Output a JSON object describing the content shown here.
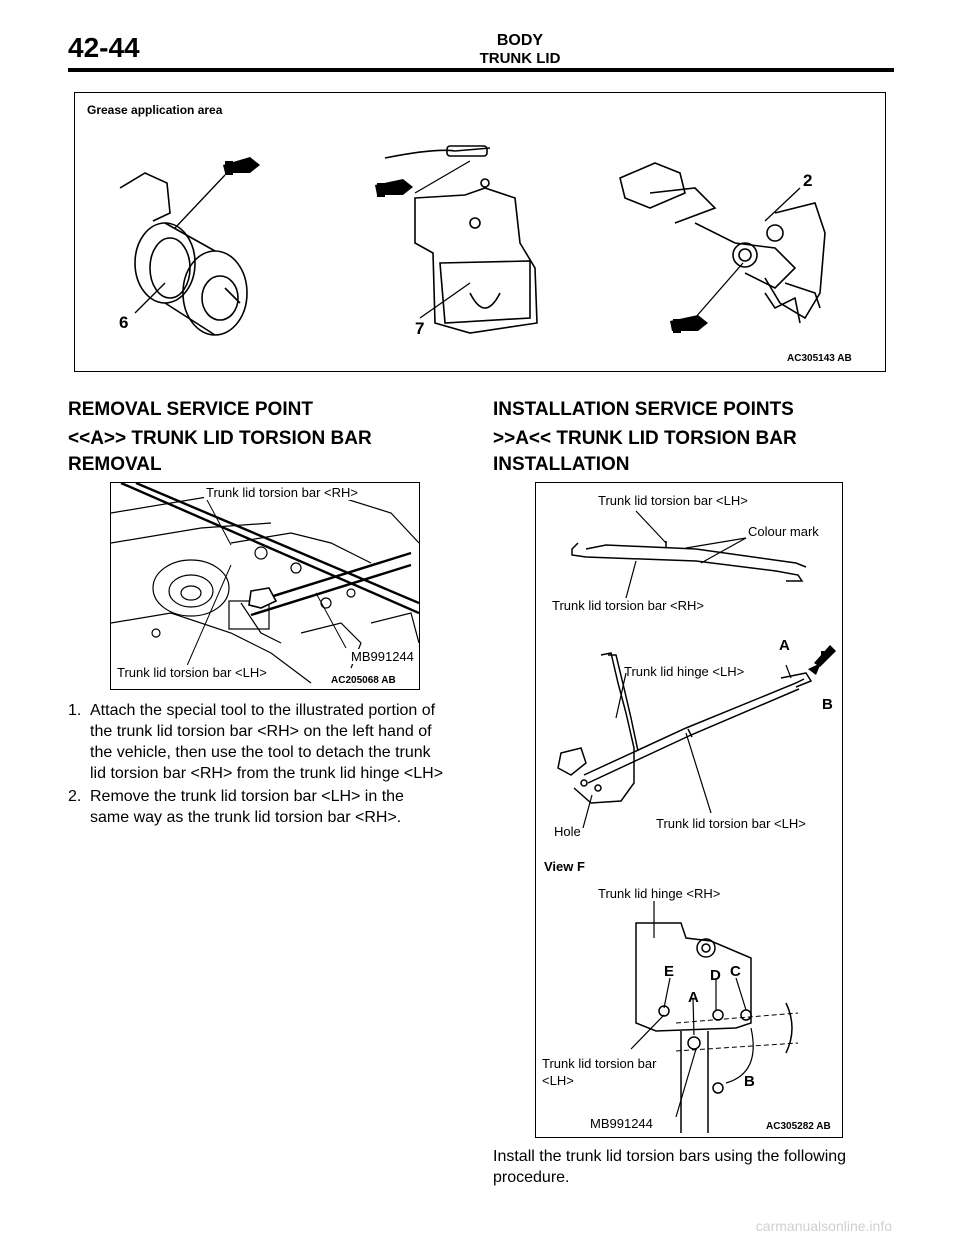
{
  "header": {
    "page_number": "42-44",
    "section": "BODY",
    "subsection": "TRUNK LID"
  },
  "figure_top": {
    "caption": "Grease application area",
    "callouts": [
      "6",
      "7",
      "2"
    ],
    "code": "AC305143",
    "code_suffix": "AB"
  },
  "removal": {
    "heading": "REMOVAL SERVICE POINT",
    "subheading_line1": "<<A>> TRUNK LID TORSION BAR",
    "subheading_line2": "REMOVAL",
    "figure": {
      "label_rh": "Trunk lid torsion bar <RH>",
      "label_lh": "Trunk lid torsion bar <LH>",
      "tool": "MB991244",
      "code": "AC205068",
      "code_suffix": "AB"
    },
    "steps": [
      {
        "num": "1.",
        "lines": [
          "Attach the special tool to the illustrated portion of",
          "the trunk lid torsion bar <RH> on the left hand of",
          "the vehicle, then use the tool to detach the trunk",
          "lid torsion bar <RH> from the trunk lid hinge <LH>"
        ]
      },
      {
        "num": "2.",
        "lines": [
          "Remove the trunk lid torsion bar <LH> in the",
          "same way as the trunk lid torsion bar <RH>."
        ]
      }
    ]
  },
  "installation": {
    "heading": "INSTALLATION SERVICE POINTS",
    "subheading_line1": ">>A<< TRUNK LID TORSION BAR",
    "subheading_line2": "INSTALLATION",
    "figure": {
      "label_lh_bar": "Trunk lid torsion bar <LH>",
      "label_colour": "Colour mark",
      "label_rh_bar": "Trunk lid torsion bar <RH>",
      "label_hinge_lh": "Trunk lid hinge <LH>",
      "label_hole": "Hole",
      "label_lh_bar2": "Trunk lid torsion bar <LH>",
      "view_f": "View F",
      "label_hinge_rh": "Trunk lid hinge <RH>",
      "label_bar_lh_line1": "Trunk lid torsion bar",
      "label_bar_lh_line2": "<LH>",
      "tool": "MB991244",
      "code": "AC305282",
      "code_suffix": "AB",
      "letters": {
        "a": "A",
        "b": "B",
        "c": "C",
        "d": "D",
        "e": "E",
        "f": "F"
      }
    },
    "text_line1": "Install the trunk lid torsion bars using the following",
    "text_line2": "procedure."
  },
  "footer": {
    "watermark": "carmanualsonline.info"
  }
}
